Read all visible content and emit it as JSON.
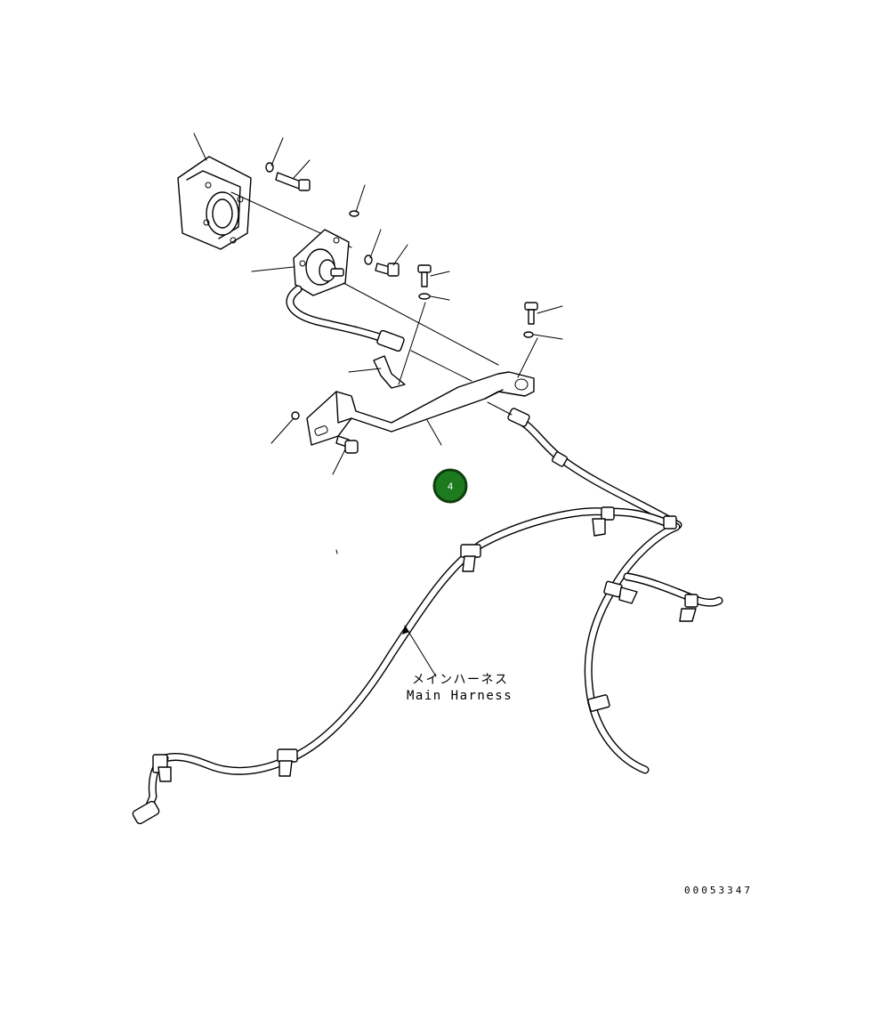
{
  "diagram": {
    "harness_label_jp": "メインハーネス",
    "harness_label_en": "Main Harness",
    "drawing_number": "00053347",
    "badge": {
      "label": "4",
      "fill": "#1e7a1e",
      "ring": "#0f3f0f"
    }
  }
}
